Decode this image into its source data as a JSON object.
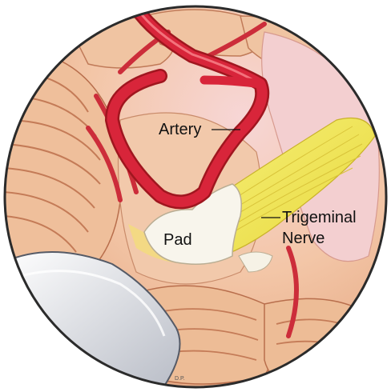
{
  "labels": {
    "artery": "Artery",
    "pad": "Pad",
    "trigeminal": "Trigeminal",
    "nerve": "Nerve"
  },
  "signature": "D.P.",
  "colors": {
    "background": "#ffffff",
    "tissue": "#f1c7a8",
    "tissue_shadow": "#d98f6b",
    "cerebellum": "#efc19e",
    "artery": "#d8253a",
    "artery_highlight": "#f3727c",
    "nerve": "#f2e84a",
    "pad": "#f7f4ea",
    "retractor": "#e9ebef",
    "outline": "#3a2a22"
  }
}
